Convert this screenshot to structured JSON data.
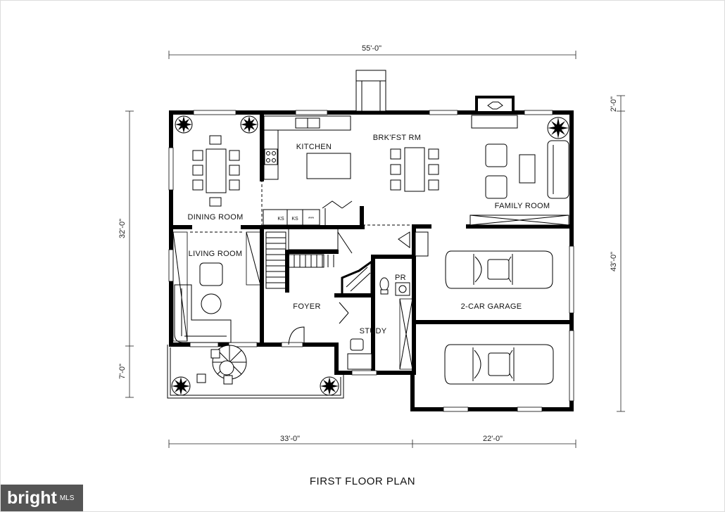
{
  "plan_title": "FIRST FLOOR PLAN",
  "rooms": {
    "kitchen": "KITCHEN",
    "breakfast": "BRK'FST RM",
    "dining": "DINING ROOM",
    "family": "FAMILY ROOM",
    "living": "LIVING ROOM",
    "foyer": "FOYER",
    "powder": "PR",
    "study": "STUDY",
    "garage": "2-CAR GARAGE"
  },
  "dimensions": {
    "top": "55'-0\"",
    "left_upper": "32'-0\"",
    "left_lower": "7'-0\"",
    "right_upper": "2'-0\"",
    "right_lower": "43'-0\"",
    "bottom_left": "33'-0\"",
    "bottom_right": "22'-0\""
  },
  "cabinet_labels": {
    "ks1": "KS",
    "ks2": "KS",
    "stars": "***"
  },
  "watermark": {
    "brand": "bright",
    "suffix": "MLS"
  }
}
